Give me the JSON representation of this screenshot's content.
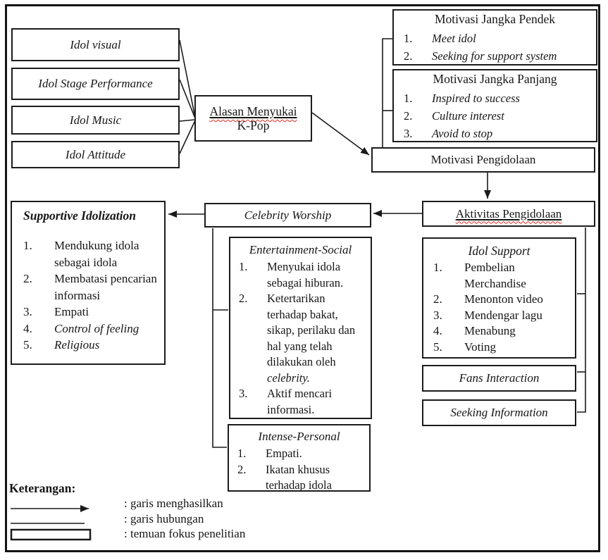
{
  "diagram": {
    "idol_visual": {
      "label": "Idol visual"
    },
    "idol_stage_performance": {
      "label": "Idol Stage Performance"
    },
    "idol_music": {
      "label": "Idol Music"
    },
    "idol_attitude": {
      "label": "Idol Attitude"
    },
    "alasan_menyukai": {
      "line1": "Alasan Menyukai",
      "line2": "K-Pop"
    },
    "motivasi_jangka_pendek": {
      "title": "Motivasi Jangka Pendek",
      "items": [
        "Meet idol",
        "Seeking for support system"
      ]
    },
    "motivasi_jangka_panjang": {
      "title": "Motivasi Jangka Panjang",
      "items": [
        "Inspired to success",
        "Culture interest",
        "Avoid to stop"
      ]
    },
    "motivasi_pengidolaan": {
      "label": "Motivasi Pengidolaan"
    },
    "aktivitas_pengidolaan": {
      "label": "Aktivitas Pengidolaan"
    },
    "celebrity_worship": {
      "label": "Celebrity Worship"
    },
    "supportive_idolization": {
      "title": "Supportive Idolization",
      "items": [
        "Mendukung idola sebagai idola",
        "Membatasi pencarian informasi",
        "Empati",
        "Control of feeling",
        "Religious"
      ]
    },
    "entertainment_social": {
      "title": "Entertainment-Social",
      "items": [
        {
          "text": "Menyukai idola sebagai hiburan."
        },
        {
          "text": "Ketertarikan terhadap bakat, sikap, perilaku dan hal yang telah dilakukan oleh ",
          "italic_suffix": "celebrity."
        },
        {
          "text": "Aktif mencari informasi."
        }
      ]
    },
    "intense_personal": {
      "title": "Intense-Personal",
      "items": [
        "Empati.",
        "Ikatan khusus terhadap idola"
      ]
    },
    "idol_support": {
      "title": "Idol Support",
      "items": [
        "Pembelian Merchandise",
        "Menonton video",
        "Mendengar lagu",
        "Menabung",
        "Voting"
      ]
    },
    "fans_interaction": {
      "label": "Fans Interaction"
    },
    "seeking_information": {
      "label": "Seeking Information"
    }
  },
  "legend": {
    "title": "Keterangan:",
    "items": [
      {
        "symbol": "arrow-right",
        "label": ": garis menghasilkan"
      },
      {
        "symbol": "plain-line",
        "label": ": garis hubungan"
      },
      {
        "symbol": "rectangle-outline",
        "label": ": temuan fokus penelitian"
      }
    ]
  },
  "colors": {
    "line": "#1a1a1a",
    "misspell_underline": "#e02b20",
    "background": "#ffffff"
  }
}
